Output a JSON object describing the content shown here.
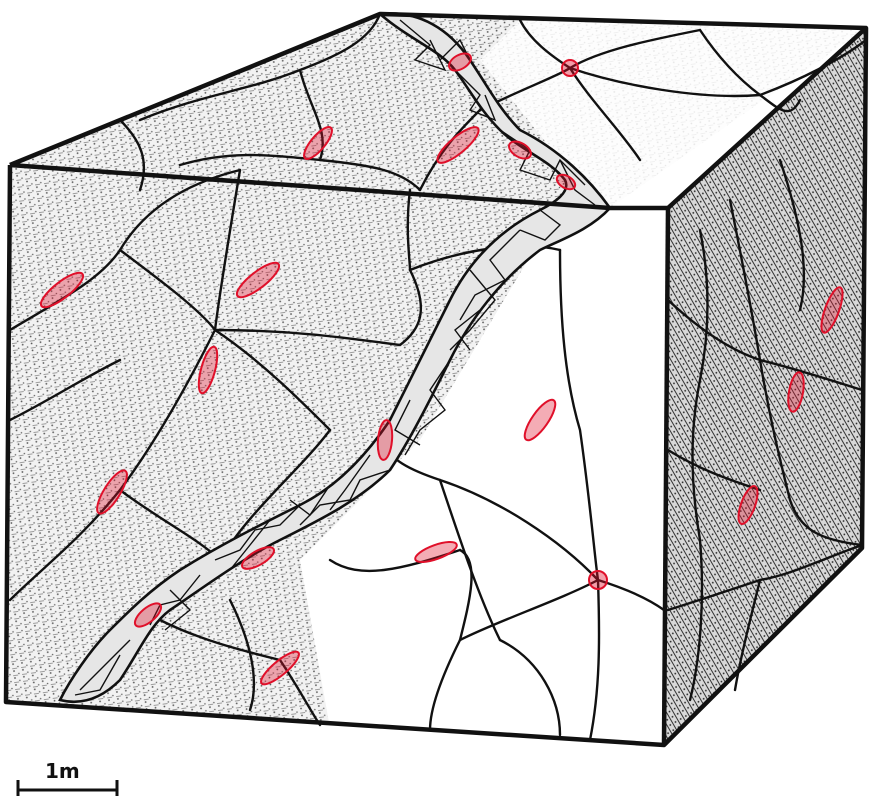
{
  "scale_bar": {
    "label": "1m"
  },
  "colors": {
    "ink": "#111111",
    "shade_top": "#c9c9c9",
    "shade_front": "#bdbdbd",
    "shade_side": "#8f8f8f",
    "red_marks": "#e0102a"
  },
  "icons": {
    "fracture_network": "line-network",
    "brittle_shear_zone": "mesh-band",
    "red_lens": "ellipse-red",
    "triple_junction": "circle-red"
  }
}
